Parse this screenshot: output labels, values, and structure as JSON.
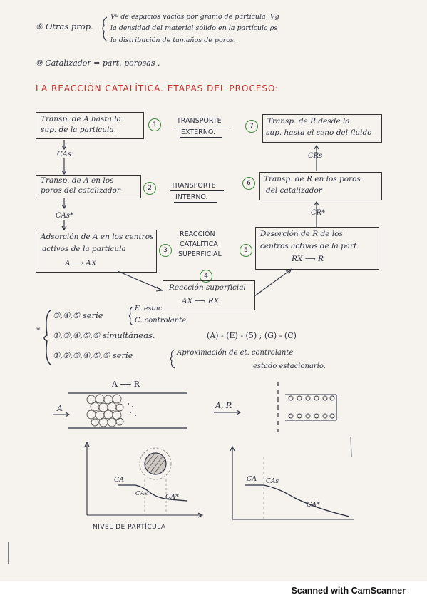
{
  "notes": {
    "item9": {
      "marker": "⑨",
      "label": "Otras prop.",
      "line1": "Vº de espacios vacíos por gramo de partícula, Vg",
      "line2": "la densidad del material sólido en la partícula ρs",
      "line3": "la distribución de tamaños de poros."
    },
    "item10": {
      "marker": "⑩",
      "text": "Catalizador = part. porosas ."
    }
  },
  "section_title": "LA REACCIÓN CATALÍTICA. ETAPAS DEL PROCESO:",
  "flow": {
    "box1": {
      "line1": "Transp. de A hasta la",
      "line2": "sup. de la partícula."
    },
    "step1": "1",
    "label_externo": {
      "line1": "TRANSPORTE",
      "line2": "EXTERNO."
    },
    "step7": "7",
    "box7": {
      "line1": "Transp. de R desde la",
      "line2": "sup. hasta el seno del fluido"
    },
    "cas": "CAs",
    "crs": "CRs",
    "box2": {
      "line1": "Transp. de A en los",
      "line2": "poros del catalizador"
    },
    "step2": "2",
    "label_interno": {
      "line1": "TRANSPORTE",
      "line2": "INTERNO."
    },
    "step6": "6",
    "box6": {
      "line1": "Transp. de R en los poros",
      "line2": "del catalizador"
    },
    "cas_star": "CAs*",
    "cr_star": "CR*",
    "box3": {
      "line1": "Adsorción de A en los centros",
      "line2": "activos de la partícula",
      "line3": "A ⟶ AX"
    },
    "step3": "3",
    "label_superficial": {
      "line1": "REACCIÓN",
      "line2": "CATALÍTICA",
      "line3": "SUPERFICIAL"
    },
    "step5": "5",
    "box5": {
      "line1": "Desorción de R de los",
      "line2": "centros activos de la part.",
      "line3": "RX ⟶ R"
    },
    "step4": "4",
    "box4": {
      "line1": "Reacción superficial",
      "line2": "AX ⟶ RX"
    }
  },
  "series": {
    "row1": {
      "steps": "③,④,⑤ serie",
      "opt1": "E. estac.",
      "opt2": "C. controlante."
    },
    "row2": {
      "steps": "①,③,④,⑤,⑥ simultáneas.",
      "detail": "(A) - (E) - (5) ; (G) - (C)"
    },
    "row3": {
      "steps": "①,②,③,④,⑤,⑥ serie",
      "opt1": "Aproximación de et. controlante",
      "opt2": "estado estacionario."
    },
    "bullet": "*"
  },
  "sketches": {
    "reaction": "A ⟶ R",
    "inlet": "A",
    "outlet": "A, R",
    "ca": "CA",
    "cas": "CAs",
    "ca_star": "CA*",
    "level_label": "NIVEL DE PARTÍCULA",
    "ca2": "CA",
    "cas2": "CAs",
    "ca_star2": "CA*"
  },
  "footer": {
    "text": "Scanned with CamScanner"
  },
  "colors": {
    "ink": "#2b2f3d",
    "red": "#c0312b",
    "green": "#3e8a3c",
    "paper": "#f6f3ee"
  }
}
